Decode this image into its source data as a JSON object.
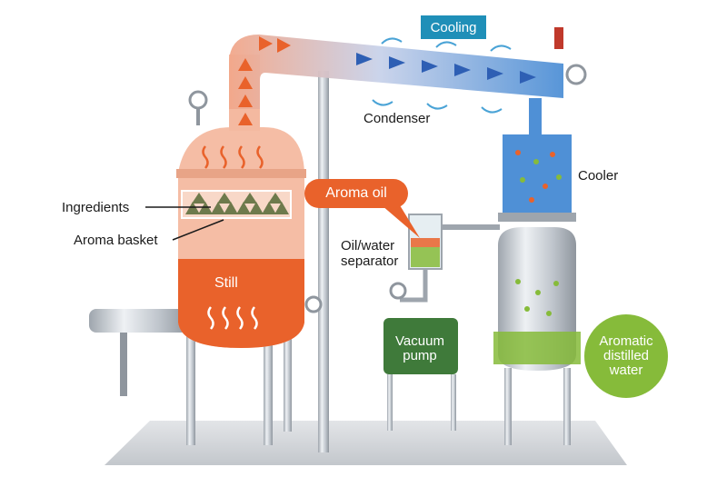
{
  "labels": {
    "cooling": "Cooling",
    "condenser": "Condenser",
    "cooler": "Cooler",
    "aroma_oil": "Aroma oil",
    "ingredients": "Ingredients",
    "aroma_basket": "Aroma basket",
    "oil_water_separator_line1": "Oil/water",
    "oil_water_separator_line2": "separator",
    "still": "Still",
    "vacuum_pump_line1": "Vacuum",
    "vacuum_pump_line2": "pump",
    "aromatic_water_line1": "Aromatic",
    "aromatic_water_line2": "distilled",
    "aromatic_water_line3": "water"
  },
  "colors": {
    "steam_orange": "#e9622b",
    "cooling_blue": "#1f8fb8",
    "condensate_green": "#86bb3a",
    "steel": "#c9ced4",
    "pump_green": "#3f7a3a"
  }
}
